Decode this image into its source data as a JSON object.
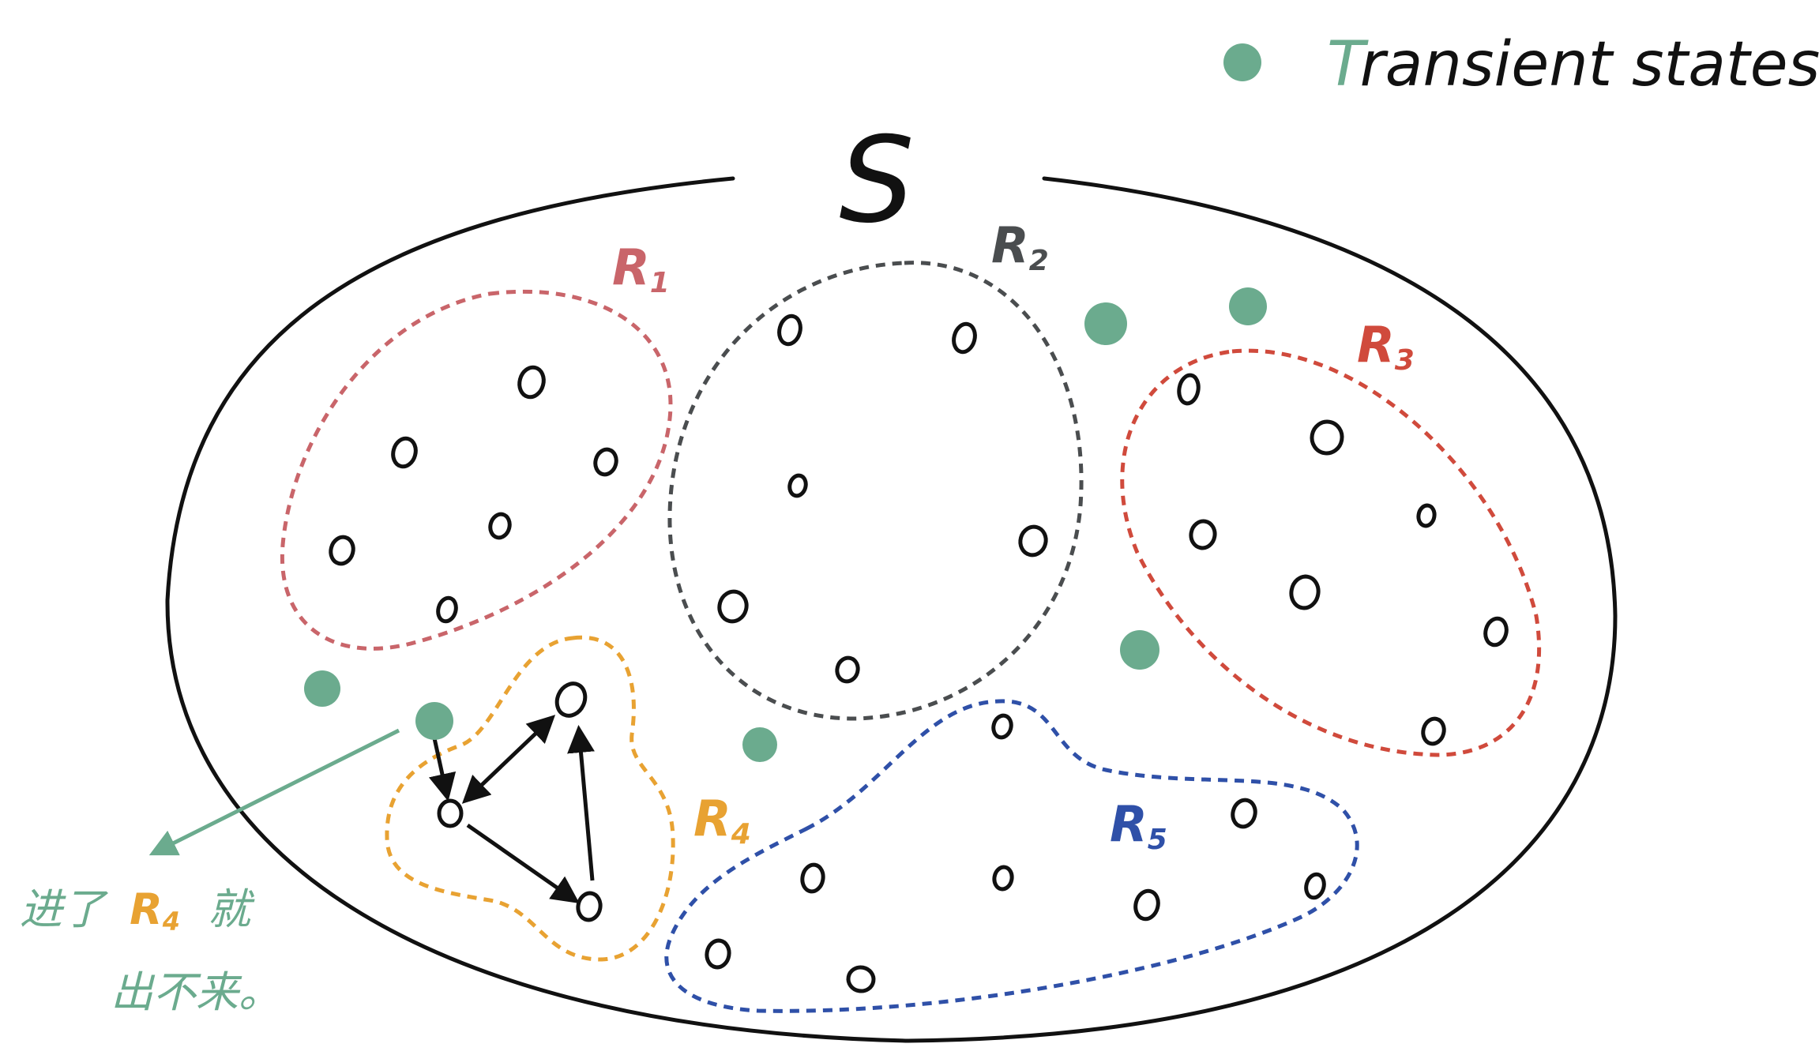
{
  "legend": {
    "marker_color": "#6bab8e",
    "first_letter": "T",
    "label_rest": "ransient states"
  },
  "set_label": "S",
  "regions": {
    "r1": {
      "label": "R",
      "sub": "1",
      "color": "#c9656a"
    },
    "r2": {
      "label": "R",
      "sub": "2",
      "color": "#4a4d4f"
    },
    "r3": {
      "label": "R",
      "sub": "3",
      "color": "#d04a3c"
    },
    "r4": {
      "label": "R",
      "sub": "4",
      "color": "#e8a232"
    },
    "r5": {
      "label": "R",
      "sub": "5",
      "color": "#2f50a8"
    }
  },
  "annotation": {
    "part1": "进了",
    "region_label": "R",
    "region_sub": "4",
    "part2": "就",
    "line2": "出不来。",
    "color": "#6bab8e"
  },
  "colors": {
    "ink": "#111111",
    "transient": "#6bab8e"
  }
}
